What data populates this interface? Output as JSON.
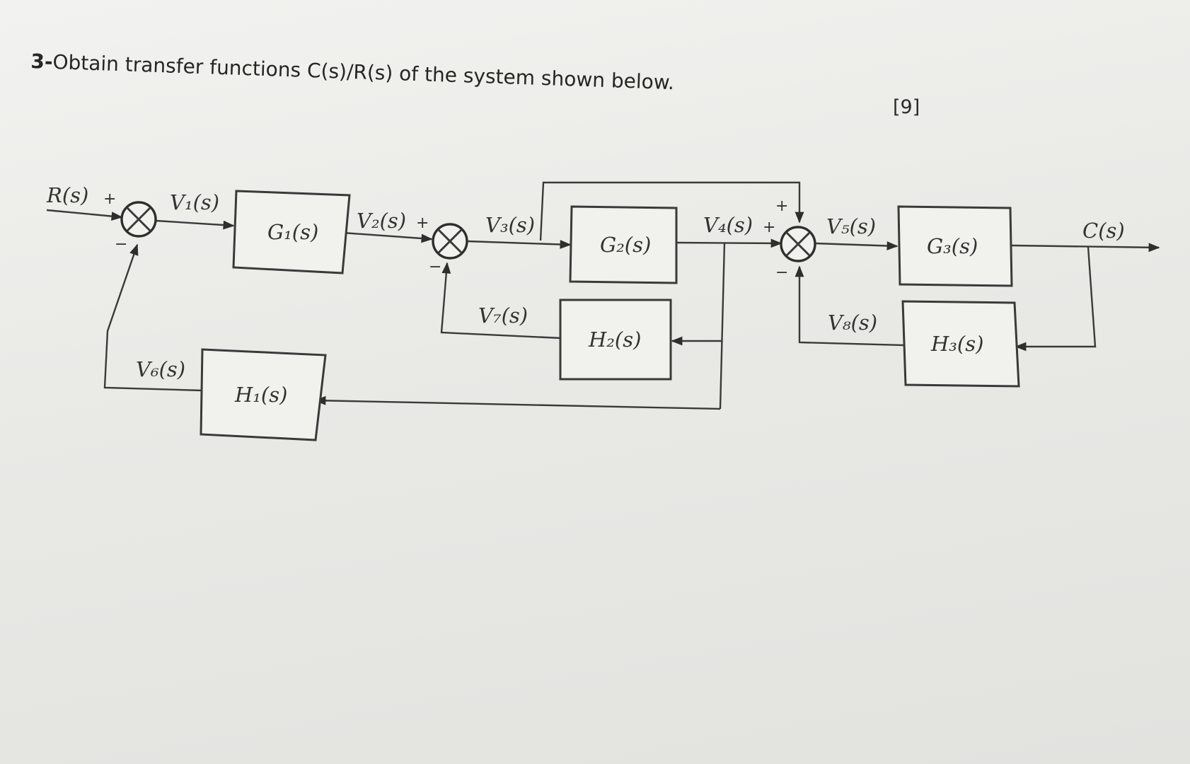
{
  "question": {
    "number": "3-",
    "text": "Obtain transfer functions C(s)/R(s) of the system shown below.",
    "marks": "[9]"
  },
  "diagram": {
    "input": "R(s)",
    "output": "C(s)",
    "blocks": {
      "g1": "G₁(s)",
      "g2": "G₂(s)",
      "g3": "G₃(s)",
      "h1": "H₁(s)",
      "h2": "H₂(s)",
      "h3": "H₃(s)"
    },
    "signals": {
      "v1": "V₁(s)",
      "v2": "V₂(s)",
      "v3": "V₃(s)",
      "v4": "V₄(s)",
      "v5": "V₅(s)",
      "v6": "V₆(s)",
      "v7": "V₇(s)",
      "v8": "V₈(s)"
    },
    "signs": {
      "plus": "+",
      "minus": "−"
    }
  }
}
